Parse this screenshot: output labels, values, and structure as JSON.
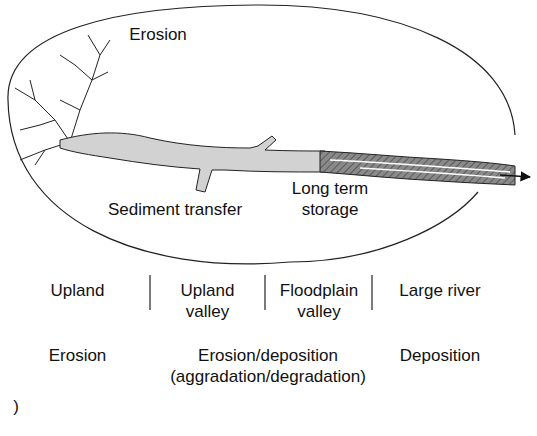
{
  "diagram": {
    "labels": [
      "Erosion",
      "Sediment transfer",
      "Long term storage",
      "Upland",
      "Upland valley",
      "Floodplain valley",
      "Large river",
      "Erosion",
      "Erosion/deposition (aggradation/degradation)",
      "Deposition",
      ")"
    ]
  }
}
